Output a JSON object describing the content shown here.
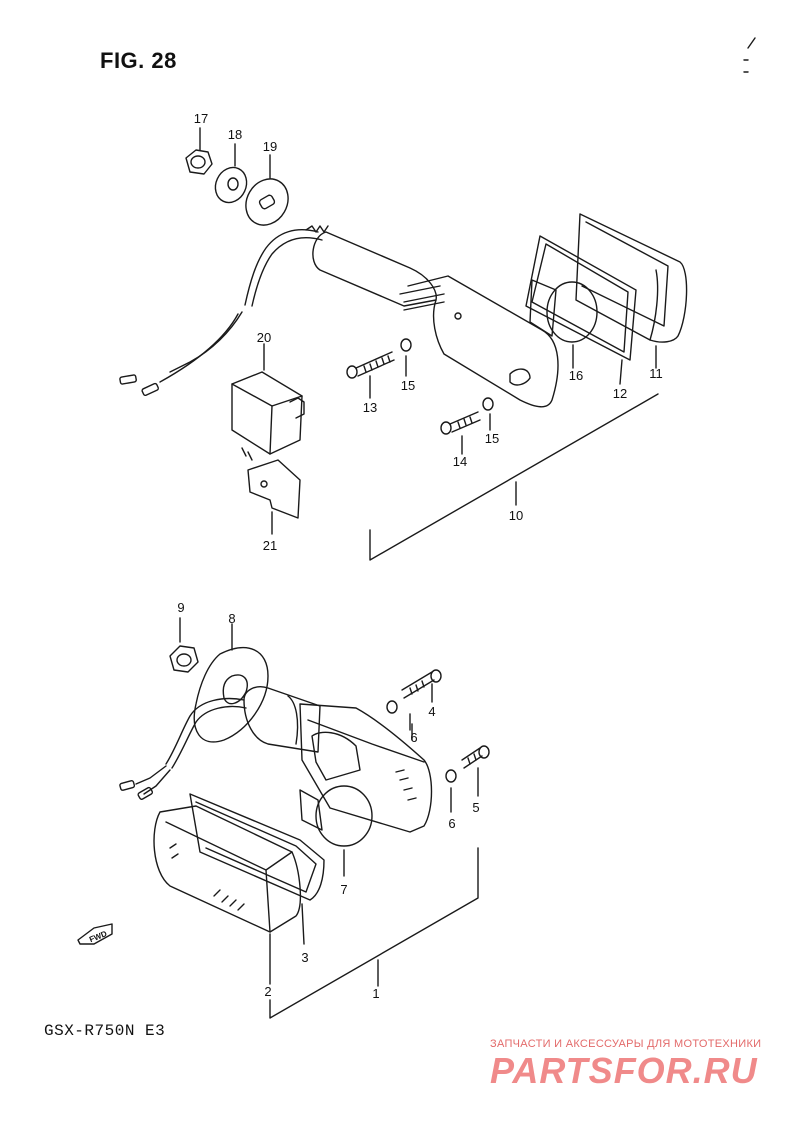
{
  "figure_title": "FIG. 28",
  "model_code": "GSX-R750N E3",
  "watermark": {
    "tagline": "ЗАПЧАСТИ И АКСЕССУАРЫ ДЛЯ МОТОТЕХНИКИ",
    "brand": "PARTSFOR.RU",
    "color": "#f08a8a"
  },
  "fwd_label": "FWD",
  "part_numbers": {
    "p1": "1",
    "p2": "2",
    "p3": "3",
    "p4": "4",
    "p5": "5",
    "p6a": "6",
    "p6b": "6",
    "p7": "7",
    "p8": "8",
    "p9": "9",
    "p10": "10",
    "p11": "11",
    "p12": "12",
    "p13": "13",
    "p14": "14",
    "p15a": "15",
    "p15b": "15",
    "p16": "16",
    "p17": "17",
    "p18": "18",
    "p19": "19",
    "p20": "20",
    "p21": "21"
  },
  "line_color": "#1a1a1a"
}
